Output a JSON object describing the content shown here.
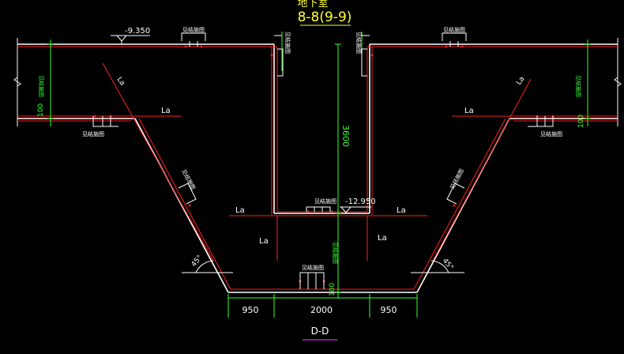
{
  "section_title": "8-8(9-9)",
  "section_title_partial": "地下室",
  "footer_label": "D-D",
  "elevation_top": "-9.350",
  "elevation_bottom": "-12.950",
  "depth_dim": "3600",
  "dims_bottom": [
    "950",
    "2000",
    "950"
  ],
  "left_thickness": "100",
  "right_thickness": "100",
  "bottom_thickness": "100",
  "la_label": "La",
  "angle_label": "45°",
  "rebar_labels": {
    "top_left": "见结施图",
    "top_right": "见结施图",
    "wall_left": "见结施图",
    "wall_right": "见结施图",
    "left_step": "见结施图",
    "right_step": "见结施图",
    "left_slope": "见结施图",
    "right_slope": "见结施图",
    "bottom_center": "见结施图",
    "bottom_slab": "见结施图",
    "left_vert": "见结施图",
    "right_vert": "见结施图",
    "center_vert": "见结施图"
  },
  "colors": {
    "background": "#000000",
    "outline": "#ffffff",
    "rebar": "#ff1e1e",
    "dimension": "#33ff33",
    "title": "#ffff33",
    "footer_underline": "#cc33cc"
  }
}
